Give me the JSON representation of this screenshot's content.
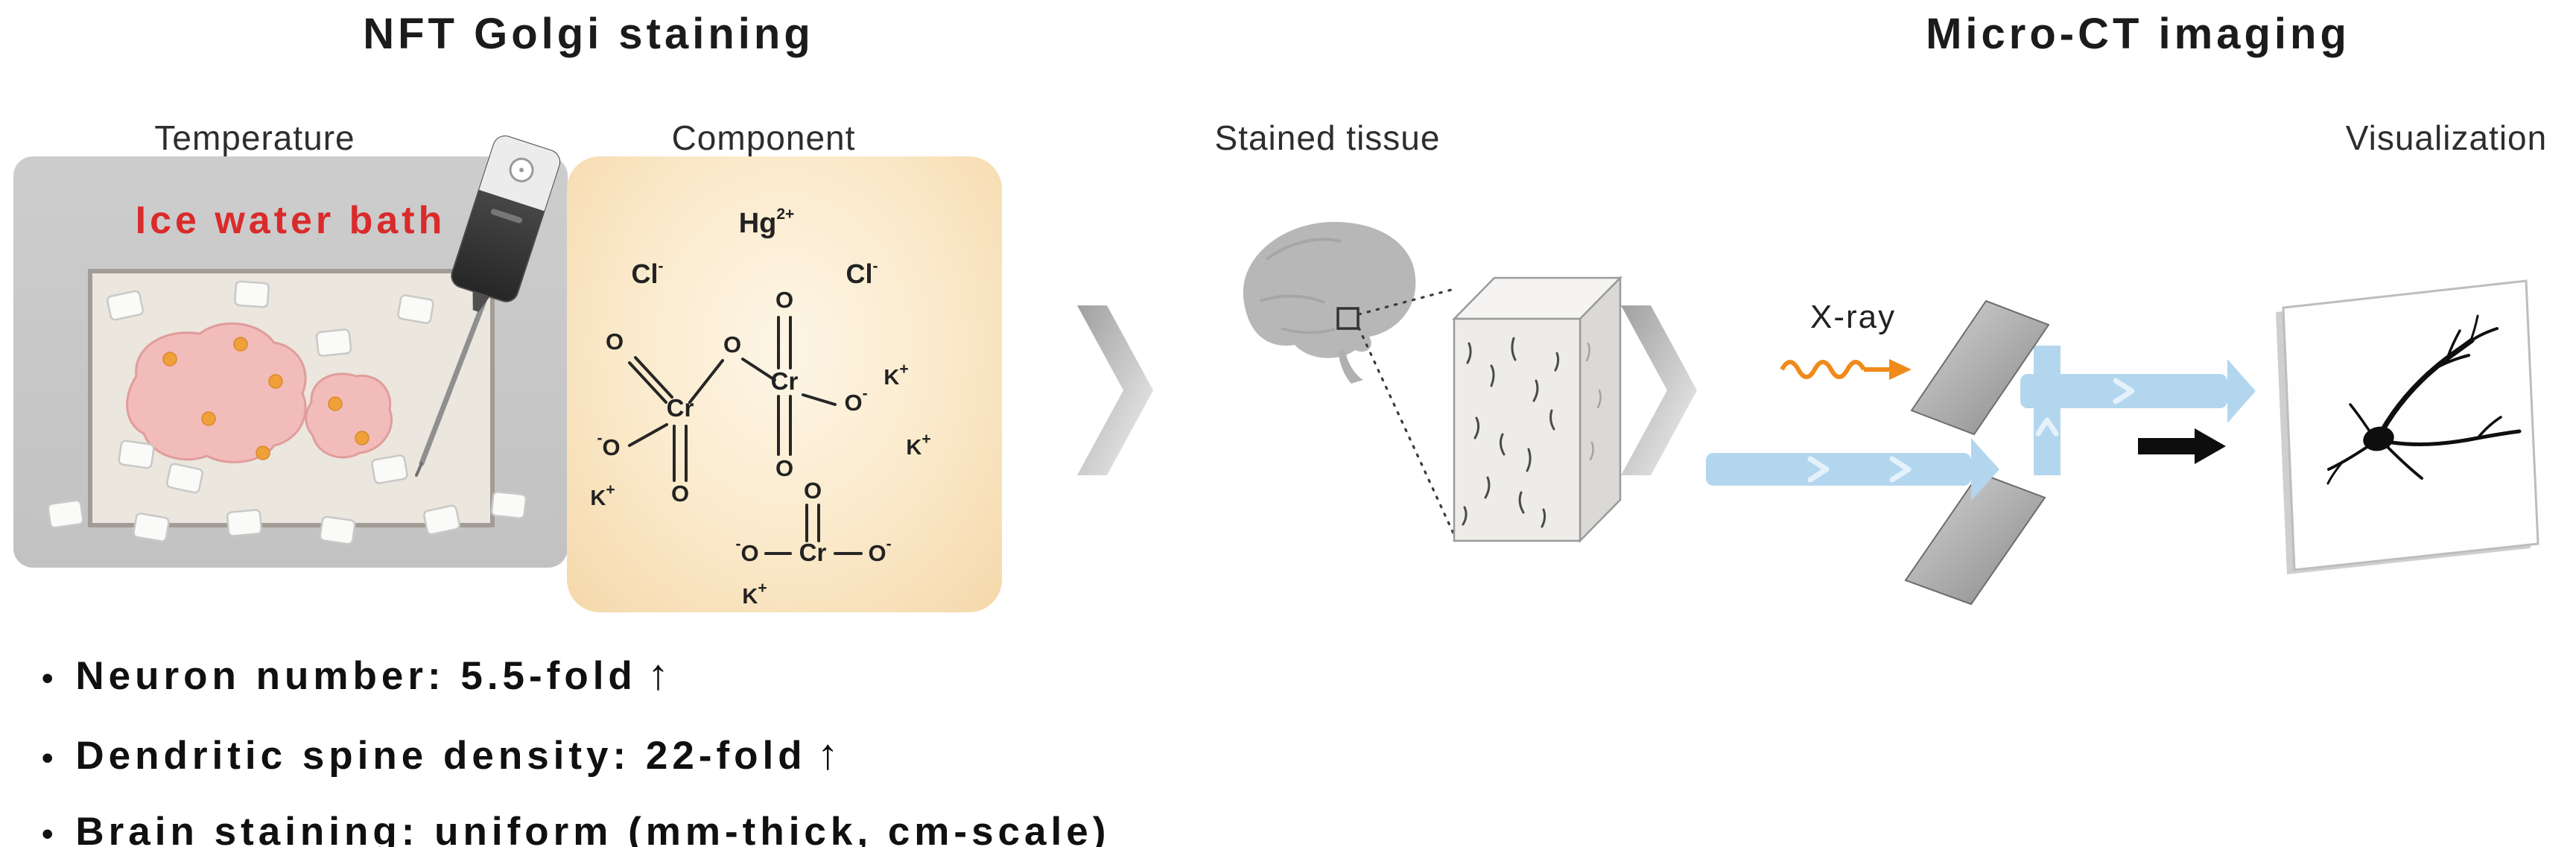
{
  "titles": {
    "left": "NFT Golgi staining",
    "right": "Micro-CT imaging"
  },
  "section_labels": {
    "temperature": "Temperature",
    "component": "Component",
    "stained_tissue": "Stained tissue",
    "visualization": "Visualization"
  },
  "temperature_panel": {
    "caption": "Ice water bath"
  },
  "beamline": {
    "xray_label": "X-ray"
  },
  "chem": {
    "hg": "Hg",
    "hg_charge": "2+",
    "cl": "Cl",
    "cr": "Cr",
    "o": "O",
    "k": "K",
    "plus": "+",
    "minus": "-"
  },
  "bullets": {
    "marker": "•",
    "items": [
      {
        "text": "Neuron number: 5.5-fold",
        "arrow": "↑"
      },
      {
        "text": "Dendritic spine density: 22-fold",
        "arrow": "↑"
      },
      {
        "text": "Brain staining: uniform (mm-thick, cm-scale)",
        "arrow": ""
      }
    ]
  },
  "colors": {
    "accent_red": "#d92b2b",
    "panel_gray": "#c9c9c9",
    "panel_peach_edge": "#f5d8aa",
    "panel_peach_center": "#fdf5e6",
    "tube_blue": "#b3d6ef",
    "xray_orange": "#f08a1a",
    "tissue_pink": "#f2bcba",
    "brain_gray": "#b7b7b7"
  }
}
